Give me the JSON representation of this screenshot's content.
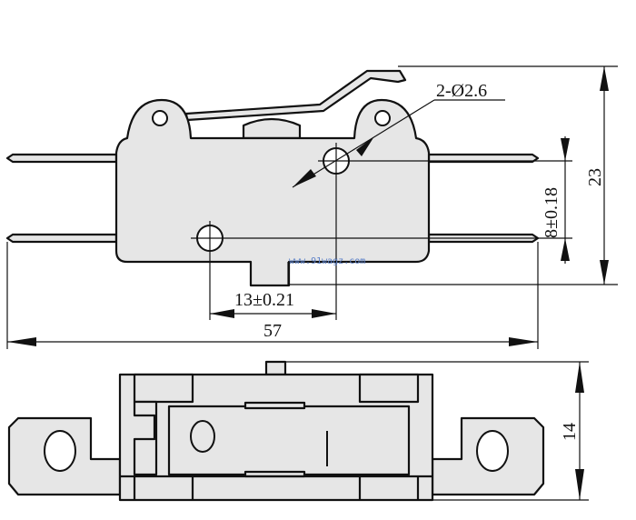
{
  "drawing": {
    "dimensions": {
      "hole_spec": "2-Ø2.6",
      "height_total": "23",
      "hole_vertical_spacing": "8±0.18",
      "hole_horizontal_spacing": "13±0.21",
      "overall_length": "57",
      "thickness": "14"
    },
    "watermark": "www.91wagz.com"
  }
}
